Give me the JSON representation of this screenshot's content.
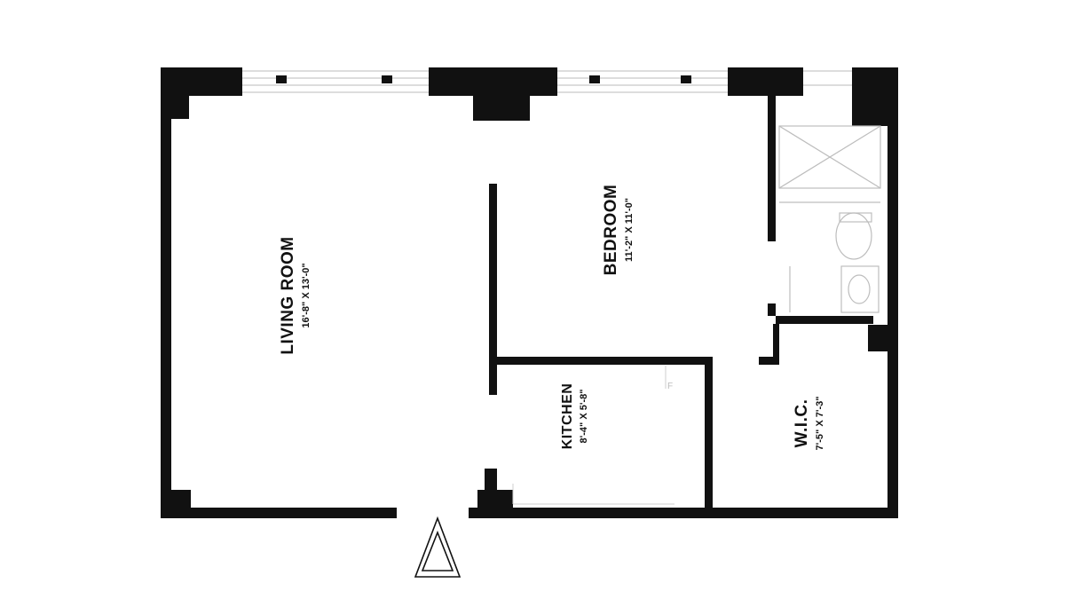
{
  "rooms": {
    "living_room": {
      "name": "LIVING ROOM",
      "dims": "16'-8\" X 13'-0\""
    },
    "bedroom": {
      "name": "BEDROOM",
      "dims": "11'-2\" X 11'-0\""
    },
    "kitchen": {
      "name": "KITCHEN",
      "dims": "8'-4\" X 5'-8\""
    },
    "wic": {
      "name": "W.I.C.",
      "dims": "7'-5\" X 7'-3\""
    }
  },
  "icons": {
    "entry": "entry-triangle-icon",
    "toilet": "toilet-icon",
    "shower": "shower-icon",
    "sink": "sink-icon"
  },
  "colors": {
    "wall": "#111111",
    "fixture": "#bdbdbd"
  }
}
